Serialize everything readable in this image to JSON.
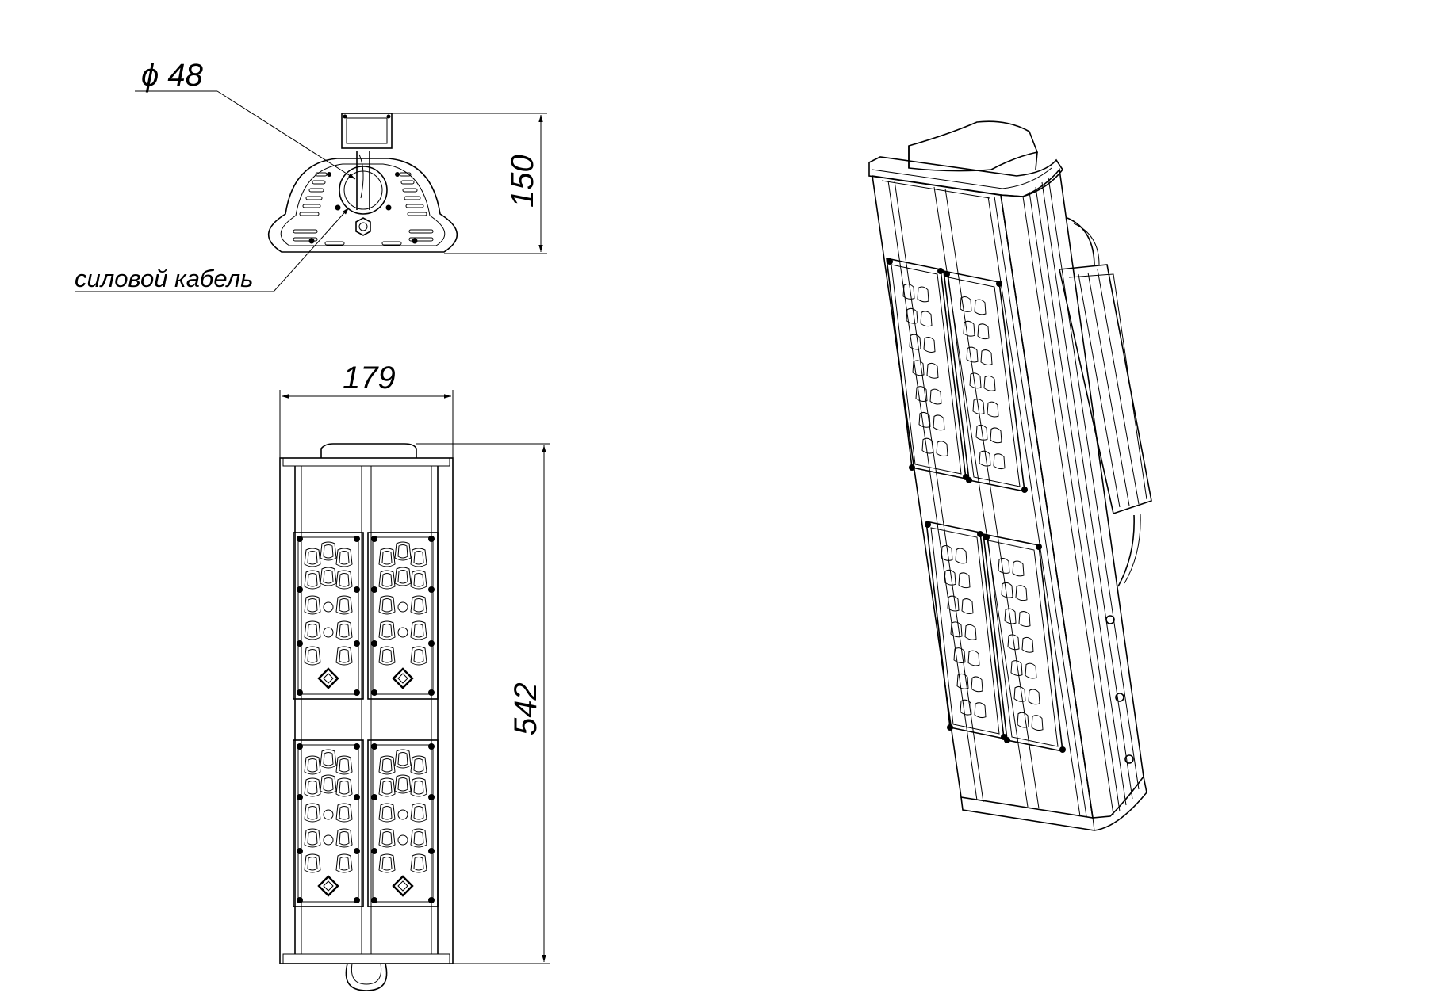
{
  "dimensions": {
    "pipe_diameter": "ϕ 48",
    "height": "150",
    "width": "179",
    "length": "542"
  },
  "labels": {
    "cable": "силовой кабель"
  }
}
